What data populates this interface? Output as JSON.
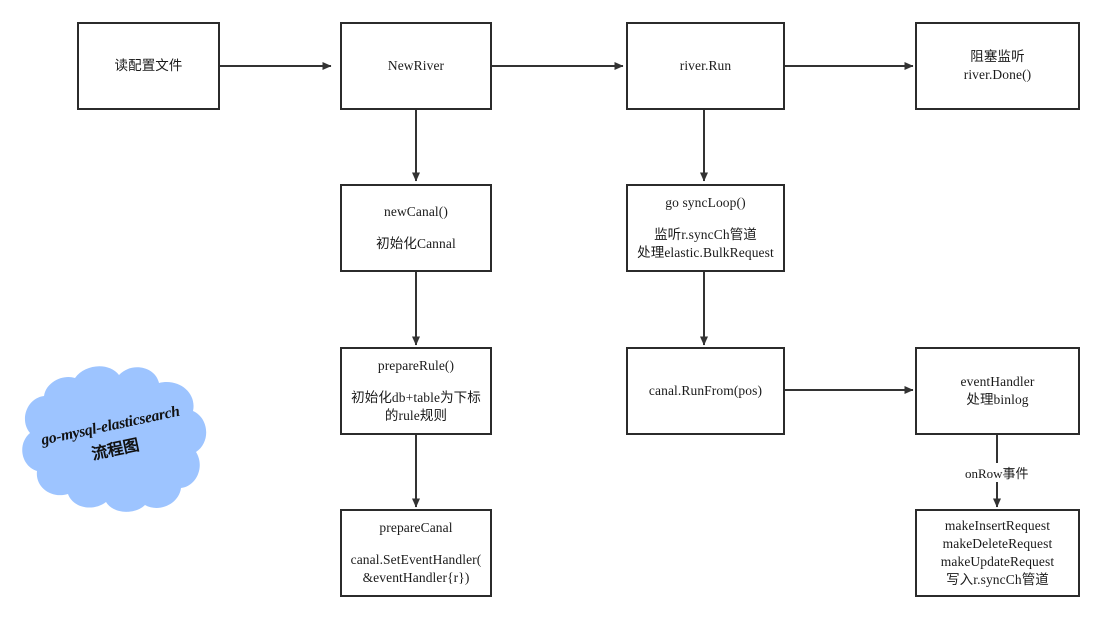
{
  "diagram": {
    "title_badge": {
      "name": "cloud-title-badge",
      "line1": "go-mysql-elasticsearch",
      "line2": "流程图",
      "fill_color": "#9DC4FF"
    },
    "style": {
      "node_border_color": "#2b2b2b",
      "node_fill_color": "#FFFFFF",
      "text_color": "#1A1A1A",
      "edge_color": "#333333"
    },
    "nodes": [
      {
        "id": "read-config",
        "lines": [
          "读配置文件"
        ]
      },
      {
        "id": "new-river",
        "lines": [
          "NewRiver"
        ]
      },
      {
        "id": "river-run",
        "lines": [
          "river.Run"
        ]
      },
      {
        "id": "block-listen",
        "lines": [
          "阻塞监听",
          "river.Done()"
        ]
      },
      {
        "id": "new-canal",
        "lines": [
          "newCanal()",
          "初始化Cannal"
        ]
      },
      {
        "id": "go-sync-loop",
        "lines": [
          "go syncLoop()",
          "监听r.syncCh管道",
          "处理elastic.BulkRequest"
        ]
      },
      {
        "id": "prepare-rule",
        "lines": [
          "prepareRule()",
          "初始化db+table为下标",
          "的rule规则"
        ]
      },
      {
        "id": "canal-run-from",
        "lines": [
          "canal.RunFrom(pos)"
        ]
      },
      {
        "id": "event-handler",
        "lines": [
          "eventHandler",
          "处理binlog"
        ]
      },
      {
        "id": "prepare-canal",
        "lines": [
          "prepareCanal",
          "canal.SetEventHandler(",
          "&eventHandler{r})"
        ]
      },
      {
        "id": "make-requests",
        "lines": [
          "makeInsertRequest",
          "makeDeleteRequest",
          "makeUpdateRequest",
          "写入r.syncCh管道"
        ]
      }
    ],
    "edge_labels": [
      {
        "id": "on-row-event",
        "text": "onRow事件"
      }
    ]
  }
}
